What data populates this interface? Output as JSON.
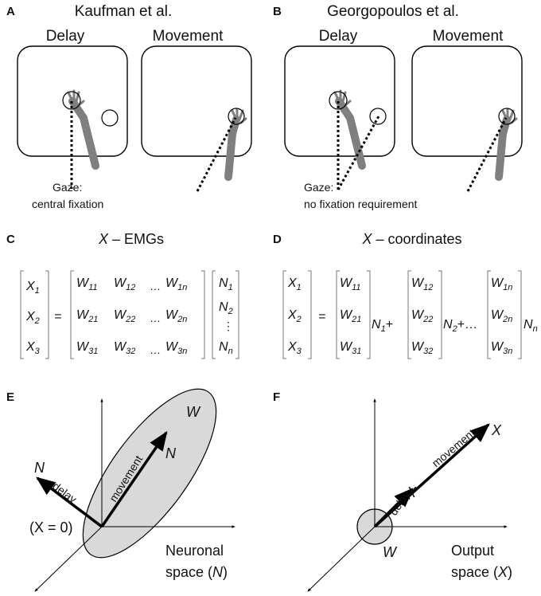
{
  "panels": {
    "A": {
      "label": "A",
      "title": "Kaufman et al.",
      "delay": "Delay",
      "movement": "Movement",
      "gaze_line1": "Gaze:",
      "gaze_line2": "central fixation"
    },
    "B": {
      "label": "B",
      "title": "Georgopoulos et al.",
      "delay": "Delay",
      "movement": "Movement",
      "gaze_line1": "Gaze:",
      "gaze_line2": "no fixation requirement"
    },
    "C": {
      "label": "C",
      "title_var": "X",
      "title_rest": "– EMGs",
      "x": [
        "X",
        "X",
        "X"
      ],
      "x_sub": [
        "1",
        "2",
        "3"
      ],
      "equals": "=",
      "w_rows": [
        [
          [
            "W",
            "11"
          ],
          [
            "W",
            "12"
          ],
          [
            "W",
            "1n"
          ]
        ],
        [
          [
            "W",
            "21"
          ],
          [
            "W",
            "22"
          ],
          [
            "W",
            "2n"
          ]
        ],
        [
          [
            "W",
            "31"
          ],
          [
            "W",
            "32"
          ],
          [
            "W",
            "3n"
          ]
        ]
      ],
      "dots": "…",
      "n": [
        [
          "N",
          "1"
        ],
        [
          "N",
          "2"
        ],
        [
          "N",
          "n"
        ]
      ],
      "vdots": "⋮"
    },
    "D": {
      "label": "D",
      "title_var": "X",
      "title_rest": "– coordinates",
      "x": [
        "X",
        "X",
        "X"
      ],
      "x_sub": [
        "1",
        "2",
        "3"
      ],
      "equals": "=",
      "col1": [
        [
          "W",
          "11"
        ],
        [
          "W",
          "21"
        ],
        [
          "W",
          "31"
        ]
      ],
      "col2": [
        [
          "W",
          "12"
        ],
        [
          "W",
          "22"
        ],
        [
          "W",
          "32"
        ]
      ],
      "col3": [
        [
          "W",
          "1n"
        ],
        [
          "W",
          "2n"
        ],
        [
          "W",
          "3n"
        ]
      ],
      "n1": [
        "N",
        "1"
      ],
      "plus1": "+",
      "n2": [
        "N",
        "2"
      ],
      "plus2": "+…",
      "nn": [
        "N",
        "n"
      ]
    },
    "E": {
      "label": "E",
      "w": "W",
      "n_top": "N",
      "n_left": "N",
      "delay": "delay",
      "movement": "movement",
      "x0": "(X = 0)",
      "space_line1": "Neuronal",
      "space_line2_pre": "space (",
      "space_var": "N",
      "space_line2_post": ")"
    },
    "F": {
      "label": "F",
      "x_top": "X",
      "x_small": "X",
      "delay": "delay",
      "movement": "movement",
      "w": "W",
      "space_line1": "Output",
      "space_line2_pre": "space (",
      "space_var": "X",
      "space_line2_post": ")"
    }
  },
  "colors": {
    "arm": "#7f7f7f",
    "ellipse_fill": "#d9d9d9",
    "bracket": "#777777"
  }
}
